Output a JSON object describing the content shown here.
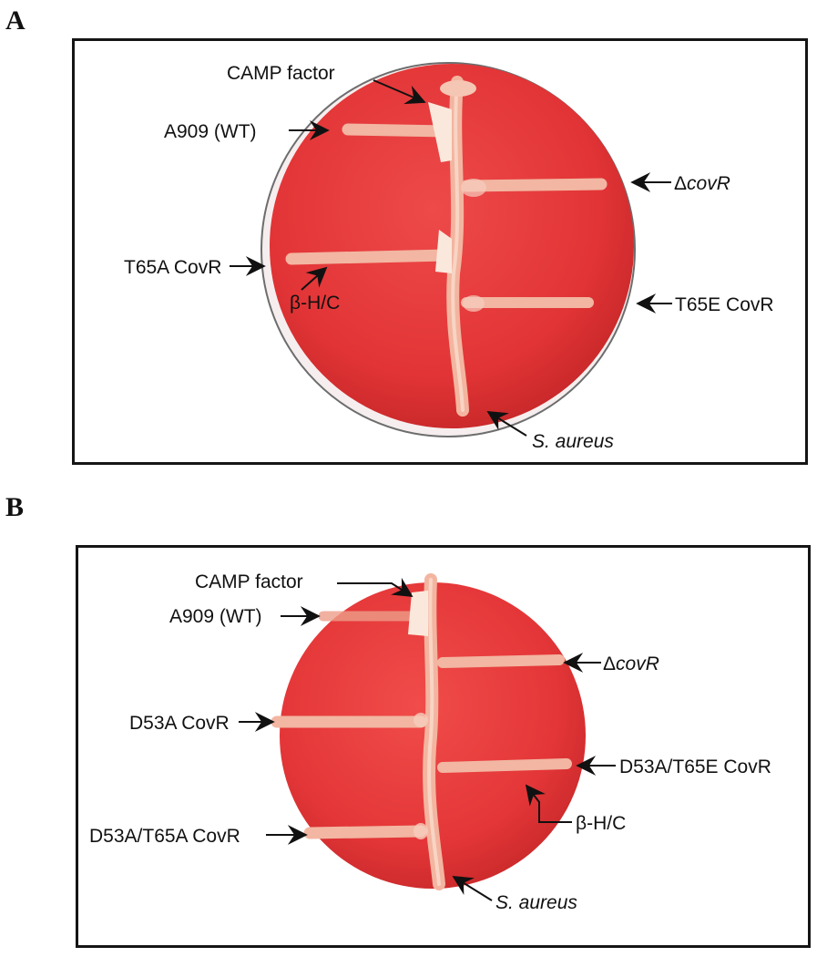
{
  "panels": [
    {
      "letter": "A",
      "labels": {
        "camp": "CAMP factor",
        "wt": "A909 (WT)",
        "covr_prefix": "Δ",
        "covr_gene": "covR",
        "t65a": "T65A CovR",
        "bhc": "β-H/C",
        "t65e": "T65E CovR",
        "saureus": "S. aureus"
      }
    },
    {
      "letter": "B",
      "labels": {
        "camp": "CAMP factor",
        "wt": "A909 (WT)",
        "covr_prefix": "Δ",
        "covr_gene": "covR",
        "d53a": "D53A CovR",
        "d53a_t65e": "D53A/T65E CovR",
        "bhc": "β-H/C",
        "d53a_t65a": "D53A/T65A CovR",
        "saureus": "S. aureus"
      }
    }
  ],
  "colors": {
    "agar": "#e8383a",
    "agar_edge": "#c8262a",
    "streak": "#f4b9a4",
    "camp_zone": "#fbe8dc",
    "frame": "#151515"
  }
}
